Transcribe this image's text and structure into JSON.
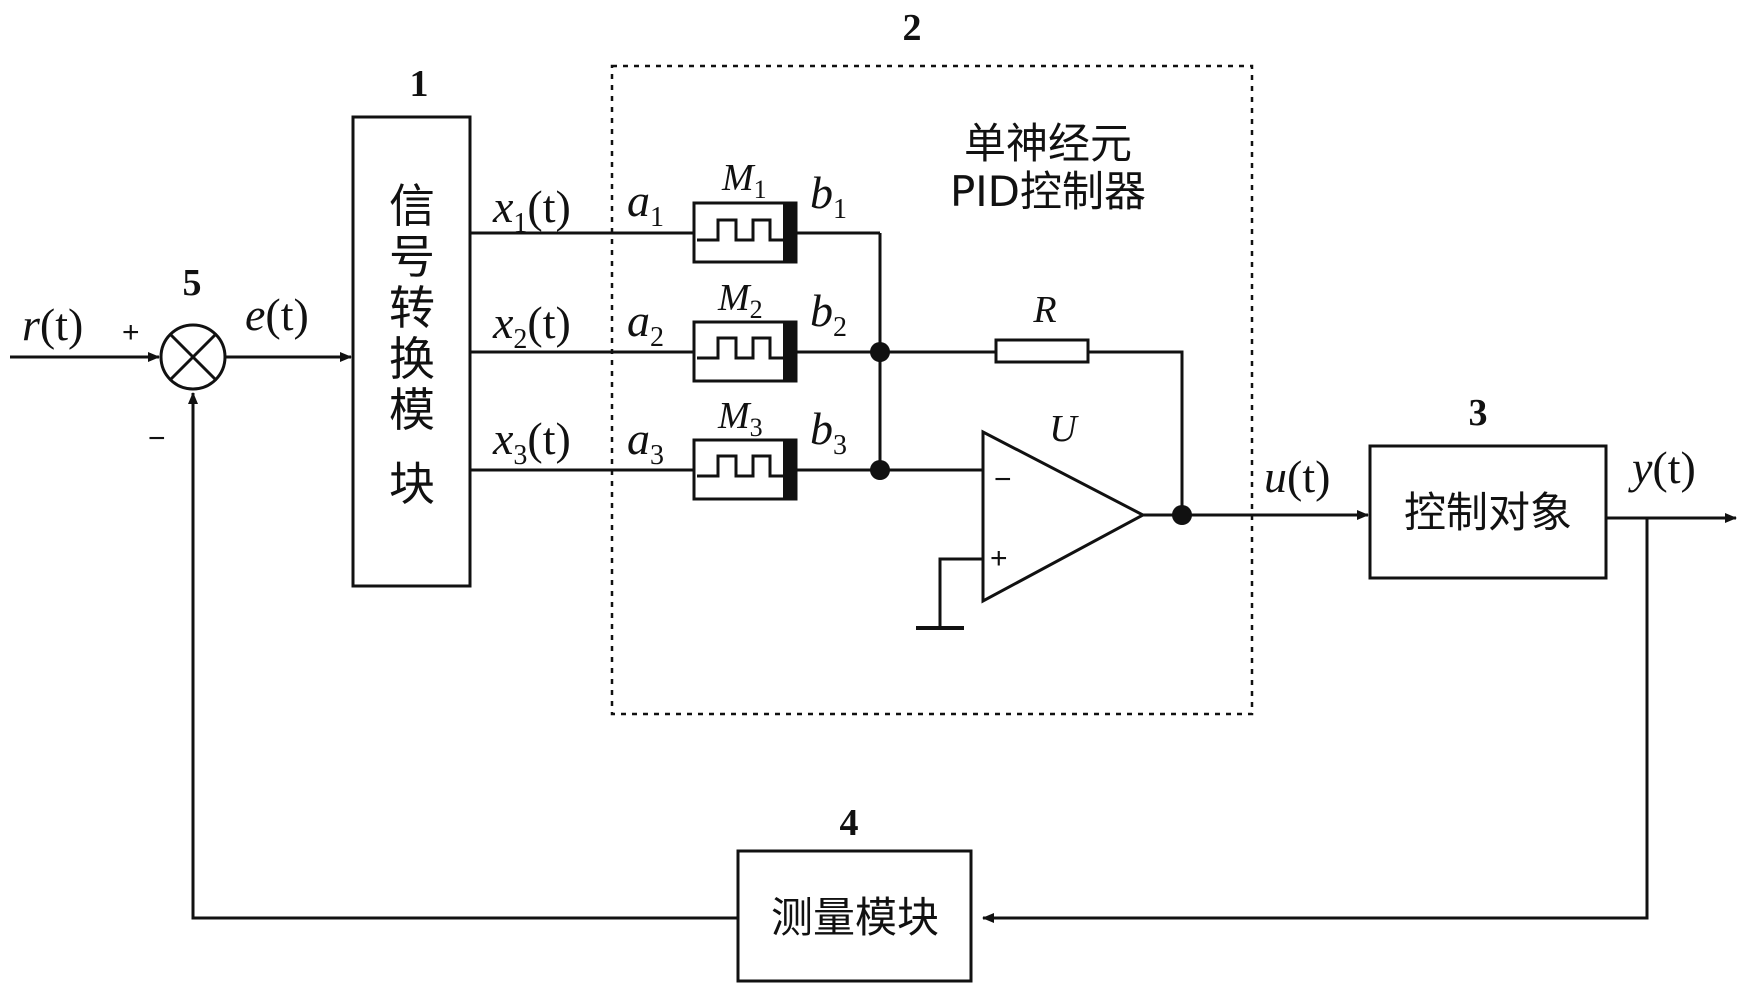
{
  "block_numbers": {
    "signal_converter": "1",
    "pid_controller": "2",
    "control_object": "3",
    "measurement": "4",
    "summing_junction": "5"
  },
  "signals": {
    "reference": {
      "main": "r",
      "arg": "(t)"
    },
    "error": {
      "main": "e",
      "arg": "(t)"
    },
    "control": {
      "main": "u",
      "arg": "(t)"
    },
    "output": {
      "main": "y",
      "arg": "(t)"
    },
    "x1": {
      "main": "x",
      "sub": "1",
      "arg": "(t)"
    },
    "x2": {
      "main": "x",
      "sub": "2",
      "arg": "(t)"
    },
    "x3": {
      "main": "x",
      "sub": "3",
      "arg": "(t)"
    }
  },
  "signs": {
    "plus": "+",
    "minus": "−"
  },
  "signal_converter": {
    "chars": [
      "信",
      "号",
      "转",
      "换",
      "模",
      "块"
    ]
  },
  "pid_title": {
    "line1": "单神经元",
    "line2": "PID控制器"
  },
  "memristors": [
    {
      "name": "M",
      "sub": "1",
      "in_main": "a",
      "in_sub": "1",
      "out_main": "b",
      "out_sub": "1"
    },
    {
      "name": "M",
      "sub": "2",
      "in_main": "a",
      "in_sub": "2",
      "out_main": "b",
      "out_sub": "2"
    },
    {
      "name": "M",
      "sub": "3",
      "in_main": "a",
      "in_sub": "3",
      "out_main": "b",
      "out_sub": "3"
    }
  ],
  "resistor": {
    "label": "R"
  },
  "op_amp": {
    "label": "U",
    "inverting": "−",
    "non_inverting": "+"
  },
  "control_object": {
    "label": "控制对象"
  },
  "measurement": {
    "label": "测量模块"
  }
}
